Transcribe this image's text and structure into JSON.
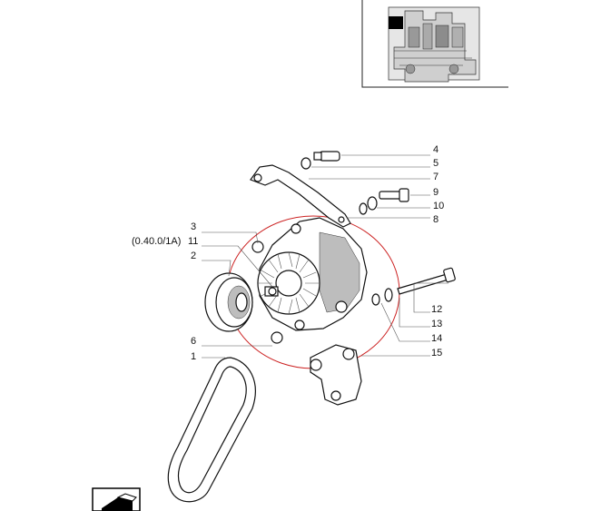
{
  "diagram": {
    "callouts": {
      "c4": "4",
      "c5": "5",
      "c7": "7",
      "c9": "9",
      "c10": "10",
      "c8": "8",
      "c3": "3",
      "c11": "11",
      "c2": "2",
      "c12": "12",
      "c13": "13",
      "c14": "14",
      "c15": "15",
      "c6": "6",
      "c1": "1",
      "ref": "(0.40.0/1A)"
    },
    "highlight_color": "#cc2222"
  }
}
